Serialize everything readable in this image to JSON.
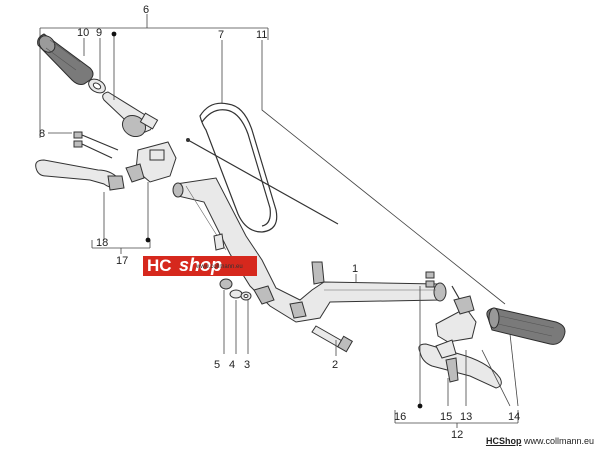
{
  "callouts": [
    "1",
    "2",
    "3",
    "4",
    "5",
    "6",
    "7",
    "8",
    "9",
    "10",
    "11",
    "12",
    "13",
    "14",
    "15",
    "16",
    "17",
    "18"
  ],
  "watermark": {
    "left": "HC",
    "right": "shop",
    "url": "www.collmann.eu"
  },
  "footer": {
    "brand": "HCShop",
    "url": "www.collmann.eu"
  },
  "colors": {
    "watermark_bg": "#d6281d",
    "line": "#333333",
    "grip": "#7a7a7a"
  }
}
